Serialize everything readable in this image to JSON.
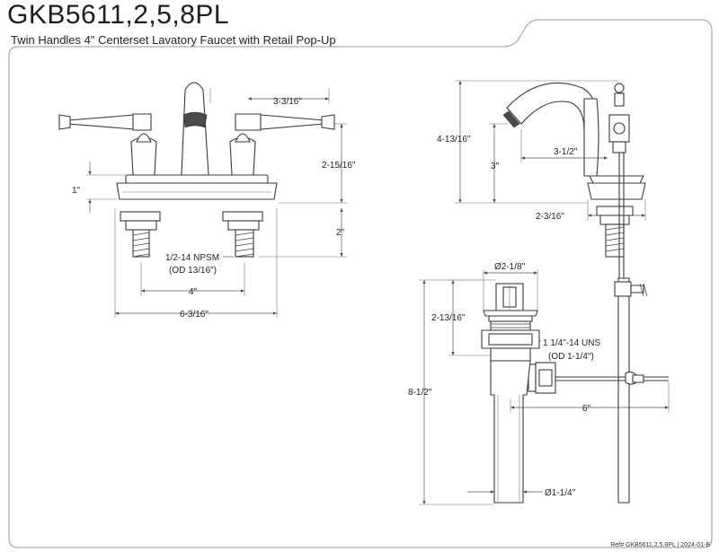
{
  "header": {
    "model": "GKB5611,2,5,8PL",
    "description": "Twin Handles 4\" Centerset Lavatory Faucet with Retail Pop-Up"
  },
  "front_view": {
    "spout_to_handle": "3-3/16\"",
    "deck_height": "1\"",
    "overall_height": "2-15/16\"",
    "shank_length": "2\"",
    "thread_spec": "1/2-14 NPSM",
    "thread_od": "(OD 13/16\")",
    "center_spacing": "4\"",
    "overall_width": "6-3/16\""
  },
  "side_view": {
    "total_height": "4-13/16\"",
    "spout_height": "3\"",
    "spout_reach": "3-1/2\"",
    "base_depth": "2-3/16\""
  },
  "drain_view": {
    "flange_diameter": "Ø2-1/8\"",
    "flange_to_nut": "2-13/16\"",
    "thread_spec": "1 1/4\"-14 UNS",
    "thread_od": "(OD 1-1/4\")",
    "overall_length": "8-1/2\"",
    "lift_rod_length": "6\"",
    "tailpiece_diameter": "Ø1-1/4\""
  },
  "footer": {
    "reference": "Ref# GKB5611,2,5,8PL | 2024-01-B"
  },
  "colors": {
    "line": "#3a3a3a",
    "frame": "#9a9a9a",
    "dark_fill": "#4a4a4a"
  }
}
